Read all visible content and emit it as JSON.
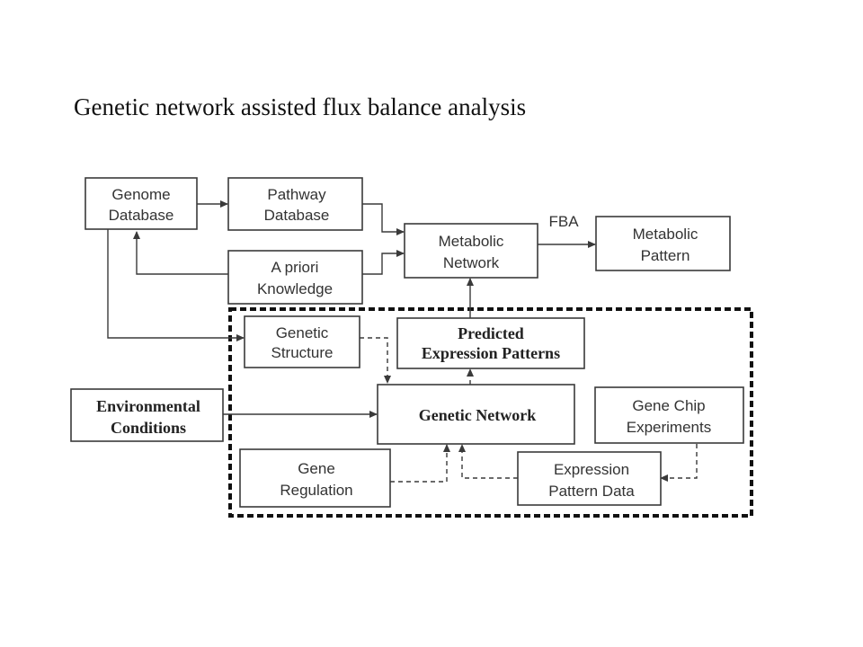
{
  "title": "Genetic network assisted flux balance analysis",
  "nodes": {
    "genome_database": [
      "Genome",
      "Database"
    ],
    "pathway_database": [
      "Pathway",
      "Database"
    ],
    "apriori_knowledge": [
      "A priori",
      "Knowledge"
    ],
    "metabolic_network": [
      "Metabolic",
      "Network"
    ],
    "metabolic_pattern": [
      "Metabolic",
      "Pattern"
    ],
    "genetic_structure": [
      "Genetic",
      "Structure"
    ],
    "predicted_expression_patterns": [
      "Predicted",
      "Expression Patterns"
    ],
    "environmental_conditions": [
      "Environmental",
      "Conditions"
    ],
    "genetic_network": [
      "Genetic Network"
    ],
    "gene_chip_experiments": [
      "Gene Chip",
      "Experiments"
    ],
    "gene_regulation": [
      "Gene",
      "Regulation"
    ],
    "expression_pattern_data": [
      "Expression",
      "Pattern Data"
    ]
  },
  "edge_labels": {
    "fba": "FBA"
  },
  "colors": {
    "stroke": "#3a3a3a",
    "text": "#333333",
    "region": "#111111"
  }
}
